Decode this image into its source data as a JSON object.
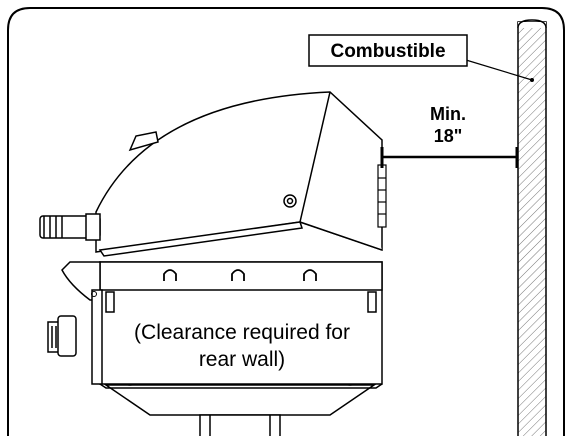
{
  "labels": {
    "wall": "Combustible",
    "distance_line1": "Min.",
    "distance_line2": "18\"",
    "note_line1": "(Clearance required for",
    "note_line2": "rear wall)"
  }
}
